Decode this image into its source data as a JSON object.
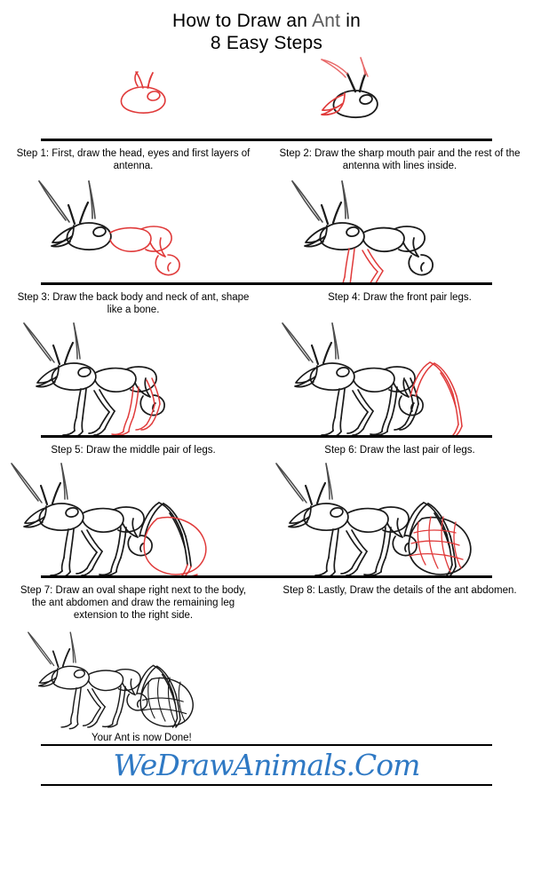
{
  "title": {
    "line1_prefix": "How to Draw an ",
    "line1_accent": "Ant",
    "line1_suffix": " in",
    "line2": "8 Easy Steps",
    "accent_color": "#5a5a5a"
  },
  "steps": [
    {
      "id": "step-1",
      "caption": "Step 1: First, draw the head, eyes and first layers of antenna.",
      "art_name": "ant-drawing-step-1"
    },
    {
      "id": "step-2",
      "caption": "Step 2: Draw the sharp mouth pair and the rest of the antenna with lines inside.",
      "art_name": "ant-drawing-step-2"
    },
    {
      "id": "step-3",
      "caption": "Step 3: Draw the back body and neck of ant, shape like a bone.",
      "art_name": "ant-drawing-step-3"
    },
    {
      "id": "step-4",
      "caption": "Step 4: Draw the front pair legs.",
      "art_name": "ant-drawing-step-4"
    },
    {
      "id": "step-5",
      "caption": "Step 5: Draw the middle pair of legs.",
      "art_name": "ant-drawing-step-5"
    },
    {
      "id": "step-6",
      "caption": "Step 6: Draw the last pair of legs.",
      "art_name": "ant-drawing-step-6"
    },
    {
      "id": "step-7",
      "caption": "Step 7: Draw an oval shape right next to the body, the ant abdomen and draw the remaining leg extension to the right side.",
      "art_name": "ant-drawing-step-7"
    },
    {
      "id": "step-8",
      "caption": "Step 8: Lastly, Draw the details of the ant abdomen.",
      "art_name": "ant-drawing-step-8"
    }
  ],
  "footer": {
    "done_text": "Your Ant is now Done!",
    "logo_text": "WeDrawAnimals.Com",
    "logo_color": "#2f79c4",
    "final_art_name": "ant-drawing-final"
  },
  "colors": {
    "new_stroke": "#e03a3a",
    "existing_stroke": "#1a1a1a",
    "antenna_stroke": "#4a4a4a",
    "rule": "#000000"
  }
}
